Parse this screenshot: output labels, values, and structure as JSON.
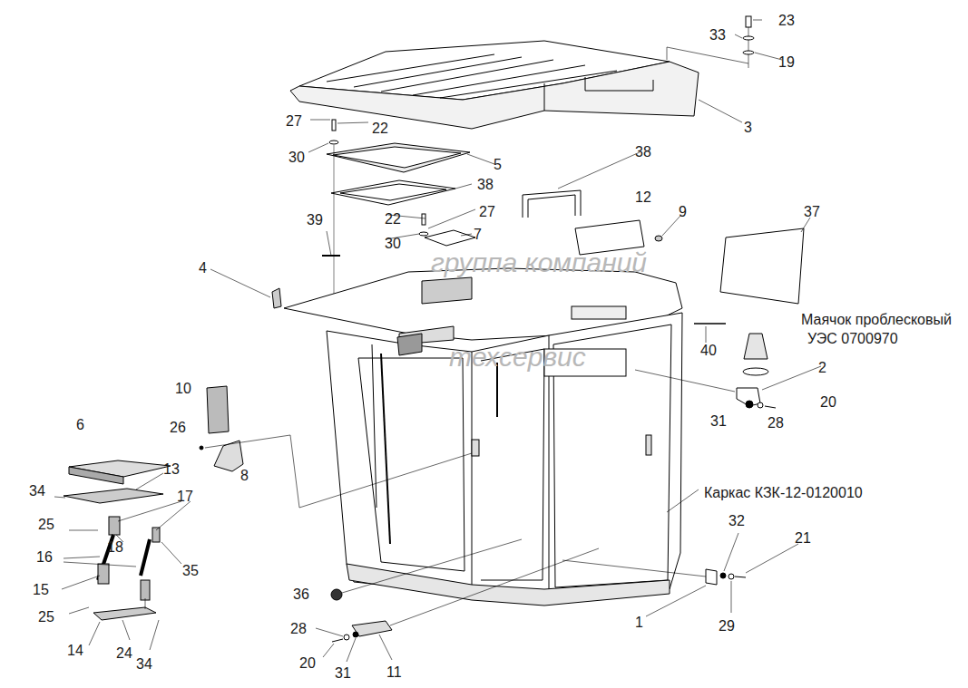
{
  "diagram": {
    "labels": [
      "23",
      "33",
      "19",
      "3",
      "27",
      "22",
      "30",
      "5",
      "38",
      "38",
      "12",
      "9",
      "37",
      "22",
      "27",
      "30",
      "7",
      "39",
      "4",
      "Маячок проблесковый",
      "УЭС 0700970",
      "40",
      "2",
      "10",
      "26",
      "20",
      "31",
      "28",
      "6",
      "13",
      "8",
      "34",
      "Каркас КЗК-12-0120010",
      "17",
      "25",
      "18",
      "32",
      "21",
      "16",
      "35",
      "15",
      "36",
      "25",
      "1",
      "29",
      "28",
      "14",
      "24",
      "34",
      "20",
      "31",
      "11",
      "группа компаний",
      "техсервис"
    ]
  }
}
